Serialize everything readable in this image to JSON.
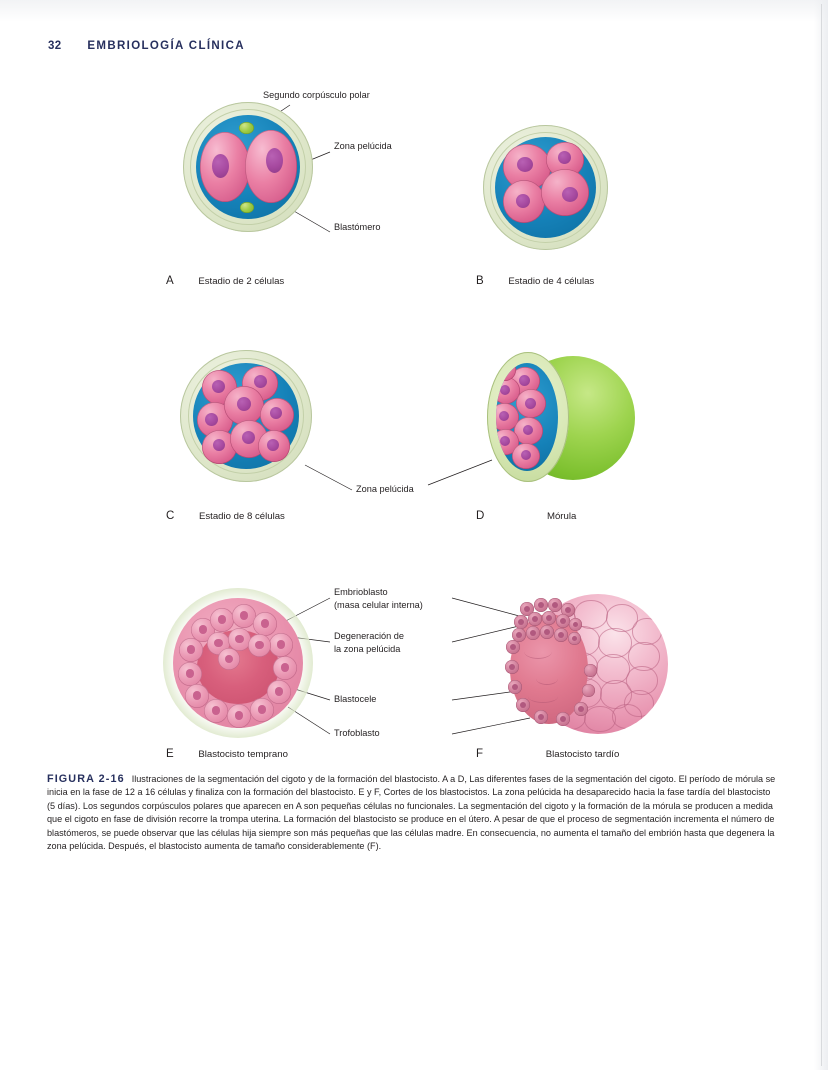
{
  "header": {
    "folio": "32",
    "book_title": "EMBRIOLOGÍA CLÍNICA"
  },
  "figure": {
    "labels": {
      "second_polar_body": "Segundo corpúsculo polar",
      "zona_pellucida": "Zona pelúcida",
      "blastomere": "Blastómero",
      "zona_pellucida_cd": "Zona pelúcida",
      "embryoblast_line1": "Embrioblasto",
      "embryoblast_line2": "(masa celular interna)",
      "degeneration_line1": "Degeneración de",
      "degeneration_line2": "la zona pelúcida",
      "blastocoel": "Blastocele",
      "trophoblast": "Trofoblasto"
    },
    "panels": [
      {
        "letter": "A",
        "caption": "Estadio de 2 células"
      },
      {
        "letter": "B",
        "caption": "Estadio de 4 células"
      },
      {
        "letter": "C",
        "caption": "Estadio de 8 células"
      },
      {
        "letter": "D",
        "caption": "Mórula"
      },
      {
        "letter": "E",
        "caption": "Blastocisto temprano"
      },
      {
        "letter": "F",
        "caption": "Blastocisto tardío"
      }
    ]
  },
  "caption": {
    "number": "FIGURA 2-16",
    "text": "Ilustraciones de la segmentación del cigoto y de la formación del blastocisto. A a D, Las diferentes fases de la segmentación del cigoto. El período de mórula se inicia en la fase de 12 a 16 células y finaliza con la formación del blastocisto. E y F, Cortes de los blastocistos. La zona pelúcida ha desaparecido hacia la fase tardía del blastocisto (5 días). Los segundos corpúsculos polares que aparecen en A son pequeñas células no funcionales. La segmentación del cigoto y la formación de la mórula se producen a medida que el cigoto en fase de división recorre la trompa uterina. La formación del blastocisto se produce en el útero. A pesar de que el proceso de segmentación incrementa el número de blastómeros, se puede observar que las células hija siempre son más pequeñas que las células madre. En consecuencia, no aumenta el tamaño del embrión hasta que degenera la zona pelúcida. Después, el blastocisto aumenta de tamaño considerablemente (F)."
  },
  "colors": {
    "heading_navy": "#27305e",
    "zona_pellucida": "#dde6c8",
    "blastocoel_fluid_blue": "#1581b8",
    "blastomere_pink": "#ea7fa4",
    "nucleus_purple": "#a6499f",
    "polar_body_green": "#9ecb44",
    "morula_green": "#9ed44f",
    "blastocyst_cavity_red": "#d85f7c",
    "text_black": "#231f20"
  }
}
